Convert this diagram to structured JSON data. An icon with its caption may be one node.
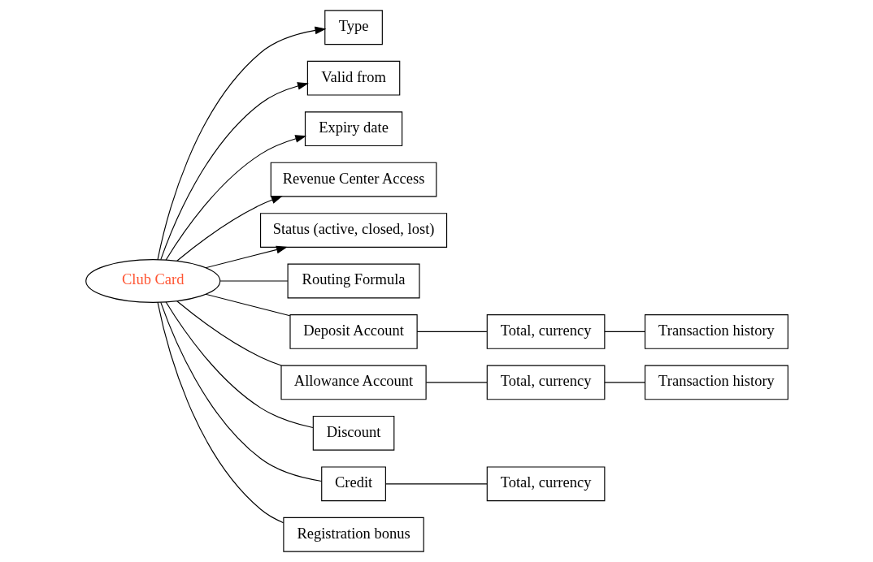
{
  "diagram": {
    "nodes": [
      {
        "text": [
          "Club Card"
        ]
      },
      {
        "text": [
          "Type"
        ]
      },
      {
        "text": [
          "Valid from"
        ]
      },
      {
        "text": [
          "Expiry date"
        ]
      },
      {
        "text": [
          "Revenue Center Access"
        ]
      },
      {
        "text": [
          "Status (active, closed, lost)"
        ]
      },
      {
        "text": [
          "Routing Formula"
        ]
      },
      {
        "text": [
          "Deposit Account"
        ]
      },
      {
        "text": [
          "Total, currency"
        ]
      },
      {
        "text": [
          "Transaction history"
        ]
      },
      {
        "text": [
          "Allowance Account"
        ]
      },
      {
        "text": [
          "Total, currency"
        ]
      },
      {
        "text": [
          "Transaction history"
        ]
      },
      {
        "text": [
          "Discount"
        ]
      },
      {
        "text": [
          "Credit"
        ]
      },
      {
        "text": [
          "Total, currency"
        ]
      },
      {
        "text": [
          "Registration bonus"
        ]
      }
    ],
    "edges": [
      {
        "from": 0,
        "to": 1,
        "arrow": "to"
      },
      {
        "from": 0,
        "to": 2,
        "arrow": "to"
      },
      {
        "from": 0,
        "to": 3,
        "arrow": "to"
      },
      {
        "from": 0,
        "to": 4,
        "arrow": "to"
      },
      {
        "from": 0,
        "to": 5,
        "arrow": "to"
      },
      {
        "from": 0,
        "to": 6,
        "arrow": "none"
      },
      {
        "from": 0,
        "to": 7,
        "arrow": "none"
      },
      {
        "from": 7,
        "to": 8,
        "arrow": "none"
      },
      {
        "from": 8,
        "to": 9,
        "arrow": "none"
      },
      {
        "from": 0,
        "to": 10,
        "arrow": "none"
      },
      {
        "from": 10,
        "to": 11,
        "arrow": "none"
      },
      {
        "from": 11,
        "to": 12,
        "arrow": "none"
      },
      {
        "from": 0,
        "to": 13,
        "arrow": "none"
      },
      {
        "from": 0,
        "to": 14,
        "arrow": "none"
      },
      {
        "from": 14,
        "to": 15,
        "arrow": "none"
      },
      {
        "from": 0,
        "to": 16,
        "arrow": "none"
      }
    ]
  }
}
